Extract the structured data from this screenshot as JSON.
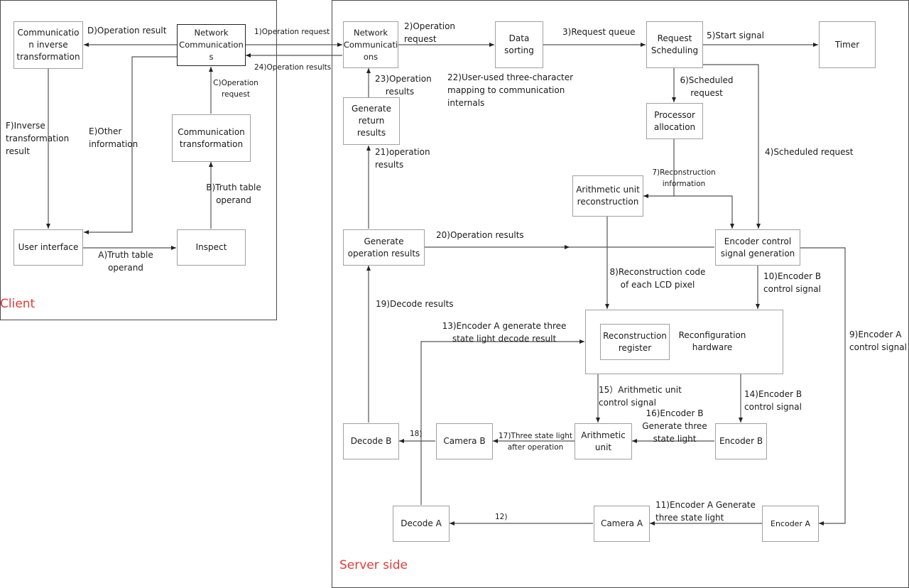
{
  "regions": {
    "client": "Client",
    "server": "Server side"
  },
  "client_nodes": {
    "comm_inverse": "Communicatio n inverse transformation",
    "net_comm": "Network Communication s",
    "comm_transform": "Communication transformation",
    "user_interface": "User interface",
    "inspect": "Inspect"
  },
  "server_nodes": {
    "net_comm": "Network Communicati ons",
    "data_sorting": "Data sorting",
    "request_scheduling": "Request Scheduling",
    "timer": "Timer",
    "processor_allocation": "Processor allocation",
    "generate_return": "Generate return results",
    "arith_recon": "Arithmetic unit reconstruction",
    "generate_op_results": "Generate operation results",
    "encoder_ctrl": "Encoder control signal generation",
    "recon_register": "Reconstruction register",
    "reconfig_hw": "Reconfiguration hardware",
    "decode_b": "Decode B",
    "camera_b": "Camera B",
    "arith_unit": "Arithmetic unit",
    "encoder_b": "Encoder B",
    "decode_a": "Decode A",
    "camera_a": "Camera A",
    "encoder_a": "Encoder A"
  },
  "edges": {
    "A": "A)Truth table operand",
    "B": "B)Truth table operand",
    "C": "C)Operation request",
    "D": "D)Operation   result",
    "E": "E)Other information",
    "F": "F)Inverse transformation result",
    "e1": "1)Operation request",
    "e2": "2)Operation request",
    "e3": "3)Request queue",
    "e4": "4)Scheduled request",
    "e5": "5)Start signal",
    "e6": "6)Scheduled request",
    "e7": "7)Reconstruction information",
    "e8": "8)Reconstruction code of each LCD pixel",
    "e9": "9)Encoder A control signal",
    "e10": "10)Encoder B control signal",
    "e11": "11)Encoder A Generate three state light",
    "e12": "12)",
    "e13": "13)Encoder A generate three state light decode result",
    "e14": "14)Encoder B control signal",
    "e15": "15）Arithmetic unit control signal",
    "e16": "16)Encoder B Generate three state light",
    "e17": "17)Three state light after operation",
    "e18": "18)",
    "e19": "19)Decode results",
    "e20": "20)Operation results",
    "e21": "21)operation results",
    "e22": "22)User-used three-character mapping to communication internals",
    "e23": "23)Operation results",
    "e24": "24)Operation results"
  }
}
